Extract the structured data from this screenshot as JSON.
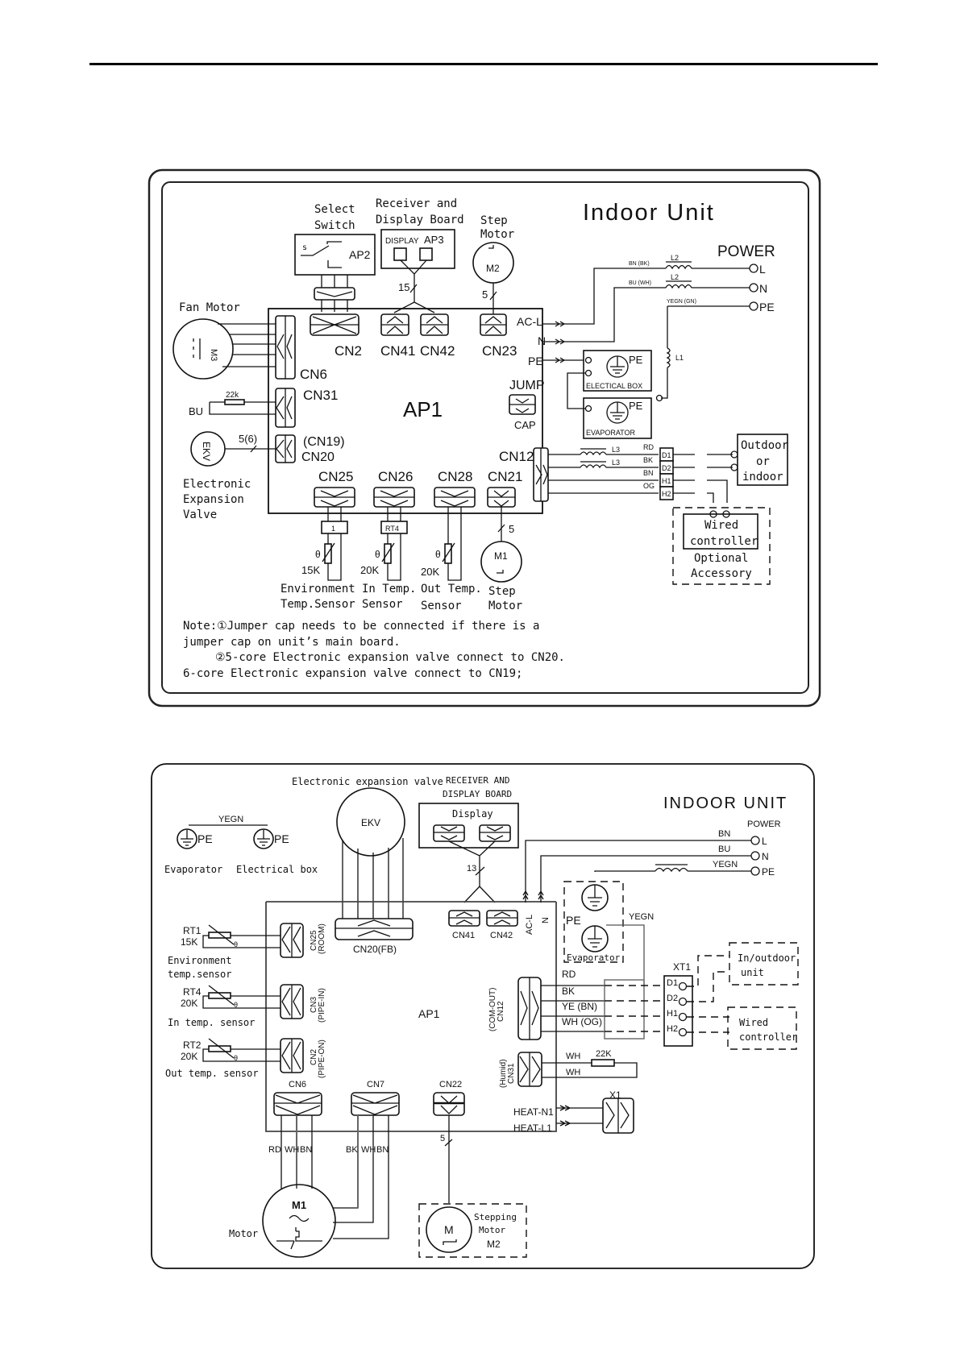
{
  "page": {
    "header_rule": true
  },
  "diagram1": {
    "title": "Indoor Unit",
    "power_label": "POWER",
    "power_terminals": [
      "L",
      "N",
      "PE"
    ],
    "power_wires": [
      {
        "color": "BN (BK)",
        "inductor": "L2"
      },
      {
        "color": "BU (WH)",
        "inductor": "L2"
      },
      {
        "color": "YEGN (GN)",
        "inductor": "L1"
      }
    ],
    "select_switch": {
      "title_line1": "Select",
      "title_line2": "Switch",
      "switch_symbol": "s",
      "ref": "AP2"
    },
    "display_board": {
      "title_line1": "Receiver and",
      "title_line2": "Display Board",
      "display": "DISPLAY",
      "ref": "AP3",
      "wire_count": "15"
    },
    "step_motor_top": {
      "title_line1": "Step",
      "title_line2": "Motor",
      "ref": "M2",
      "wire_count": "5"
    },
    "fan_motor": {
      "title": "Fan Motor",
      "ref": "M3"
    },
    "main_board": "AP1",
    "connectors": {
      "cn2": "CN2",
      "cn41": "CN41",
      "cn42": "CN42",
      "cn23": "CN23",
      "cn6": "CN6",
      "cn31": "CN31",
      "cn19": "(CN19)",
      "cn20": "CN20",
      "cn25": "CN25",
      "cn26": "CN26",
      "cn28": "CN28",
      "cn21": "CN21",
      "cn12": "CN12"
    },
    "board_terminals": [
      "AC-L",
      "N",
      "PE"
    ],
    "jump": {
      "label": "JUMP",
      "cap": "CAP"
    },
    "humidity": {
      "wire": "BU",
      "resistor": "22k"
    },
    "ekv": {
      "ref": "EKV",
      "wire_count": "5(6)",
      "label_line1": "Electronic",
      "label_line2": "Expansion",
      "label_line3": "Valve"
    },
    "ground_boxes": [
      {
        "pe": "PE",
        "label": "ELECTICAL BOX"
      },
      {
        "pe": "PE",
        "label": "EVAPORATOR"
      }
    ],
    "comm": {
      "inductors": [
        "L3",
        "L3"
      ],
      "wires": [
        "RD",
        "BK",
        "BN",
        "OG"
      ],
      "terminals": [
        "D1",
        "D2",
        "H1",
        "H2"
      ],
      "outdoor_line1": "Outdoor",
      "outdoor_line2": "or",
      "outdoor_line3": "indoor",
      "wired_line1": "Wired",
      "wired_line2": "controller",
      "optional_line1": "Optional",
      "optional_line2": "Accessory"
    },
    "sensors": [
      {
        "tag": "1",
        "value": "15K",
        "label_line1": "Environment",
        "label_line2": "Temp.Sensor"
      },
      {
        "tag": "RT4",
        "value": "20K",
        "label_line1": "In Temp.",
        "label_line2": "Sensor"
      },
      {
        "tag": "",
        "value": "20K",
        "label_line1": "Out Temp.",
        "label_line2": "Sensor"
      }
    ],
    "step_motor_bottom": {
      "ref": "M1",
      "wire_count": "5",
      "label_line1": "Step",
      "label_line2": "Motor"
    },
    "theta": "θ",
    "notes": [
      "Note:①Jumper cap needs to be connected if there is a",
      "jumper cap on unit’s main board.",
      "②5-core Electronic expansion valve connect to CN20.",
      "6-core Electronic expansion valve connect to CN19;"
    ]
  },
  "diagram2": {
    "title": "INDOOR UNIT",
    "power_label": "POWER",
    "power_terminals": [
      "L",
      "N",
      "PE"
    ],
    "power_wires": [
      "BN",
      "BU",
      "YEGN"
    ],
    "ground": {
      "wire": "YEGN",
      "pe1": "PE",
      "pe2": "PE",
      "label1": "Evaporator",
      "label2": "Electrical box"
    },
    "ekv": {
      "title": "Electronic expansion valve",
      "ref": "EKV",
      "connector": "CN20(FB)"
    },
    "display_board": {
      "title_line1": "RECEIVER AND",
      "title_line2": "DISPLAY BOARD",
      "display": "Display",
      "wire_count": "13"
    },
    "connectors": {
      "cn41": "CN41",
      "cn42": "CN42",
      "acl": "AC-L",
      "n": "N",
      "cn6": "CN6",
      "cn7": "CN7",
      "cn22": "CN22"
    },
    "main_board": "AP1",
    "sensors": [
      {
        "ref": "RT1",
        "value": "15K",
        "label_line1": "Environment",
        "label_line2": "temp.sensor",
        "conn": "CN25",
        "conn_sub": "(ROOM)"
      },
      {
        "ref": "RT4",
        "value": "20K",
        "label_line1": "In temp. sensor",
        "label_line2": "",
        "conn": "CN3",
        "conn_sub": "(PIPE-IN)"
      },
      {
        "ref": "RT2",
        "value": "20K",
        "label_line1": "Out temp. sensor",
        "label_line2": "",
        "conn": "CN2",
        "conn_sub": "(PIPE-ON)"
      }
    ],
    "theta": "θ",
    "evaporator_pe": {
      "pe": "PE",
      "label": "Evaporator",
      "wire": "YEGN"
    },
    "comm": {
      "conn": "CN12",
      "conn_sub": "(COM-OUT)",
      "wires": [
        "RD",
        "BK",
        "YE (BN)",
        "WH (OG)"
      ],
      "block": "XT1",
      "terminals": [
        "D1",
        "D2",
        "H1",
        "H2"
      ],
      "inout_line1": "In/outdoor",
      "inout_line2": "unit",
      "wired_line1": "Wired",
      "wired_line2": "controller"
    },
    "humid": {
      "conn": "CN31",
      "conn_sub": "(Humid)",
      "wires": [
        "WH",
        "WH"
      ],
      "resistor": "22K"
    },
    "heater": {
      "terms": [
        "HEAT-N1",
        "HEAT-L1"
      ],
      "conn": "X1"
    },
    "fan_motor": {
      "ref": "M1",
      "label": "Motor",
      "cn6_wires": [
        "RD",
        "WH",
        "BN"
      ],
      "cn7_wires": [
        "BK",
        "WH",
        "BN"
      ]
    },
    "stepping_motor": {
      "ref": "M",
      "label_line1": "Stepping",
      "label_line2": "Motor",
      "label_line3": "M2",
      "wire_count": "5"
    }
  }
}
